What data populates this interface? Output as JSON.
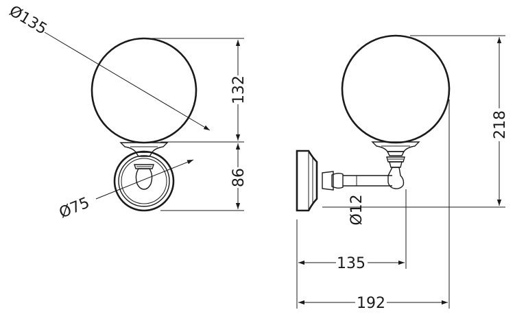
{
  "dimensions": {
    "globe_diameter": "Ø135",
    "globe_height": "132",
    "backplate_height": "86",
    "backplate_diameter": "Ø75",
    "arm_diameter": "Ø12",
    "projection_to_arm": "135",
    "projection_total": "192",
    "total_height": "218"
  }
}
